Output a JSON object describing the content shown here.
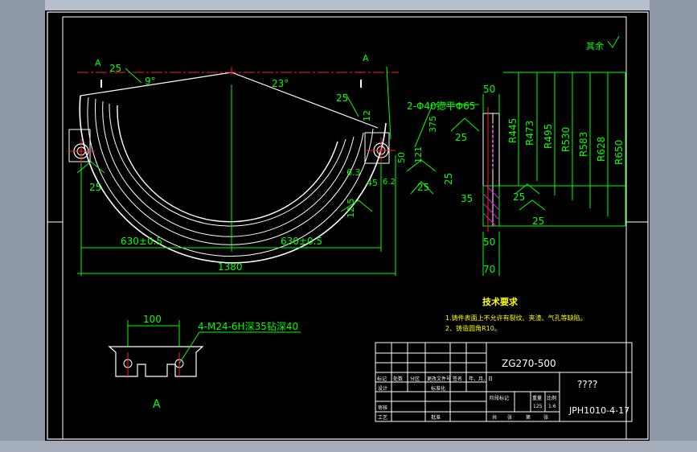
{
  "roughness_note": "其余",
  "roughness_default": "25",
  "section_marker": "A",
  "angle_left": "9°",
  "angle_right": "23°",
  "holes_callout": "2-Φ40锪平Φ65",
  "dimensions": {
    "d25_tl": "25",
    "d25_lh": "25",
    "d25_rt": "25",
    "d25_rm": "25",
    "d25_ra": "25",
    "d25_rb": "25",
    "d25_rc": "25",
    "d25_rd": "25",
    "d12_top": "12",
    "d12_r": "12.5",
    "d6_3": "6.3",
    "d6_2": "6.2",
    "d45": "45",
    "d50_v": "50",
    "d121": "121",
    "d375": "375",
    "half_left": "630±0.5",
    "half_right": "630±0.5",
    "total": "1380",
    "s50_top": "50",
    "s50_bot": "50",
    "s35": "35",
    "s70": "70",
    "radii": [
      "R445",
      "R473",
      "R495",
      "R530",
      "R583",
      "R628",
      "R650"
    ]
  },
  "detail_a": {
    "width": "100",
    "callout": "4-M24-6H深35钻深40",
    "label": "A"
  },
  "tech_req": {
    "title": "技术要求",
    "lines": [
      "1.铸件表面上不允许有裂纹、夹渣、气孔等缺陷。",
      "2、铸造圆角R10。"
    ]
  },
  "title_block": {
    "material": "ZG270-500",
    "part_name": "????",
    "drawing_no": "JPH1010-4-17",
    "header_cells": [
      "标记",
      "处数",
      "分区",
      "更改文件号",
      "签名",
      "年、月、日"
    ],
    "row_design": "设计",
    "row_std": "标准化",
    "stage_cells": [
      "阶段标记",
      "重量",
      "比例"
    ],
    "weight": "125",
    "scale": "1:6",
    "row_check": "审核",
    "row_process": "工艺",
    "row_approve": "批准",
    "sheet_cells": [
      "共",
      "张",
      "第",
      "张"
    ]
  },
  "colors": {
    "line": "#ffffff",
    "dim": "#00ff00",
    "center": "#ff2020",
    "hatch": "#ff00ff",
    "accent": "#ffff00"
  }
}
